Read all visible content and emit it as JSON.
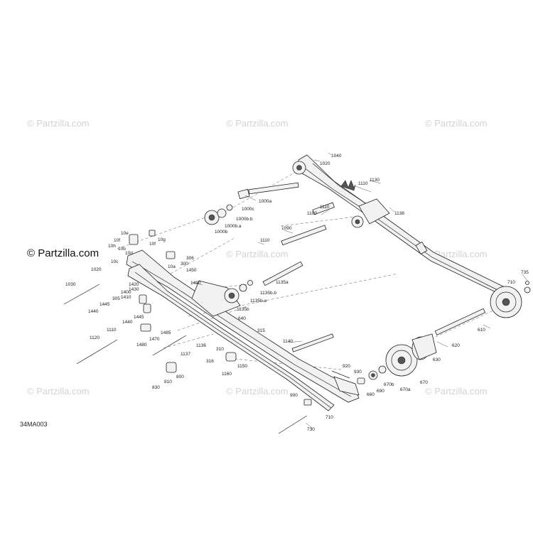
{
  "watermark_text": "© Partzilla.com",
  "brand_text": "© Partzilla.com",
  "drawing_code": "34MA003",
  "callouts": [
    {
      "id": "1040",
      "text": "1040"
    },
    {
      "id": "1020",
      "text": "1020"
    },
    {
      "id": "1130",
      "text": "1130"
    },
    {
      "id": "1110a",
      "text": "1110"
    },
    {
      "id": "1000a",
      "text": "1000a"
    },
    {
      "id": "1000c",
      "text": "1000c"
    },
    {
      "id": "1000bb",
      "text": "1000b.b"
    },
    {
      "id": "1000ba",
      "text": "1000b.a"
    },
    {
      "id": "1000b",
      "text": "1000b"
    },
    {
      "id": "1110b",
      "text": "1110"
    },
    {
      "id": "1100",
      "text": "1100"
    },
    {
      "id": "1138",
      "text": "1138"
    },
    {
      "id": "1090",
      "text": "1090"
    },
    {
      "id": "1110c",
      "text": "1110"
    },
    {
      "id": "10e",
      "text": "10e"
    },
    {
      "id": "10g",
      "text": "10g"
    },
    {
      "id": "10f",
      "text": "10f"
    },
    {
      "id": "10fb",
      "text": "10f"
    },
    {
      "id": "10h",
      "text": "10h"
    },
    {
      "id": "10b",
      "text": "10b"
    },
    {
      "id": "10d",
      "text": "10d"
    },
    {
      "id": "306",
      "text": "306"
    },
    {
      "id": "300",
      "text": "300"
    },
    {
      "id": "10c",
      "text": "10c"
    },
    {
      "id": "1020b",
      "text": "1020"
    },
    {
      "id": "10a",
      "text": "10a"
    },
    {
      "id": "1450",
      "text": "1450"
    },
    {
      "id": "1135a",
      "text": "1135a"
    },
    {
      "id": "1030",
      "text": "1030"
    },
    {
      "id": "1420",
      "text": "1420"
    },
    {
      "id": "1430",
      "text": "1430"
    },
    {
      "id": "1400",
      "text": "1400"
    },
    {
      "id": "1410",
      "text": "1410"
    },
    {
      "id": "305",
      "text": "305"
    },
    {
      "id": "1490",
      "text": "1490"
    },
    {
      "id": "1135bb",
      "text": "1135b.b"
    },
    {
      "id": "1135ba",
      "text": "1135b.a"
    },
    {
      "id": "1135b",
      "text": "1135b"
    },
    {
      "id": "735",
      "text": "735"
    },
    {
      "id": "710",
      "text": "710"
    },
    {
      "id": "1445",
      "text": "1445"
    },
    {
      "id": "1440",
      "text": "1440"
    },
    {
      "id": "1445b",
      "text": "1445"
    },
    {
      "id": "1440b",
      "text": "1440"
    },
    {
      "id": "640",
      "text": "640"
    },
    {
      "id": "1485",
      "text": "1485"
    },
    {
      "id": "1110d",
      "text": "1110"
    },
    {
      "id": "1470",
      "text": "1470"
    },
    {
      "id": "1120",
      "text": "1120"
    },
    {
      "id": "315",
      "text": "315"
    },
    {
      "id": "610",
      "text": "610"
    },
    {
      "id": "1480",
      "text": "1480"
    },
    {
      "id": "1140",
      "text": "1140"
    },
    {
      "id": "620",
      "text": "620"
    },
    {
      "id": "1136",
      "text": "1136"
    },
    {
      "id": "1137",
      "text": "1137"
    },
    {
      "id": "310",
      "text": "310"
    },
    {
      "id": "316",
      "text": "316"
    },
    {
      "id": "1150",
      "text": "1150"
    },
    {
      "id": "630",
      "text": "630"
    },
    {
      "id": "920",
      "text": "920"
    },
    {
      "id": "930",
      "text": "930"
    },
    {
      "id": "800",
      "text": "800"
    },
    {
      "id": "1160",
      "text": "1160"
    },
    {
      "id": "810",
      "text": "810"
    },
    {
      "id": "670",
      "text": "670"
    },
    {
      "id": "670b",
      "text": "670b"
    },
    {
      "id": "830",
      "text": "830"
    },
    {
      "id": "660",
      "text": "660"
    },
    {
      "id": "690",
      "text": "690"
    },
    {
      "id": "670a",
      "text": "670a"
    },
    {
      "id": "900",
      "text": "900"
    },
    {
      "id": "710b",
      "text": "710"
    },
    {
      "id": "730",
      "text": "730"
    }
  ]
}
